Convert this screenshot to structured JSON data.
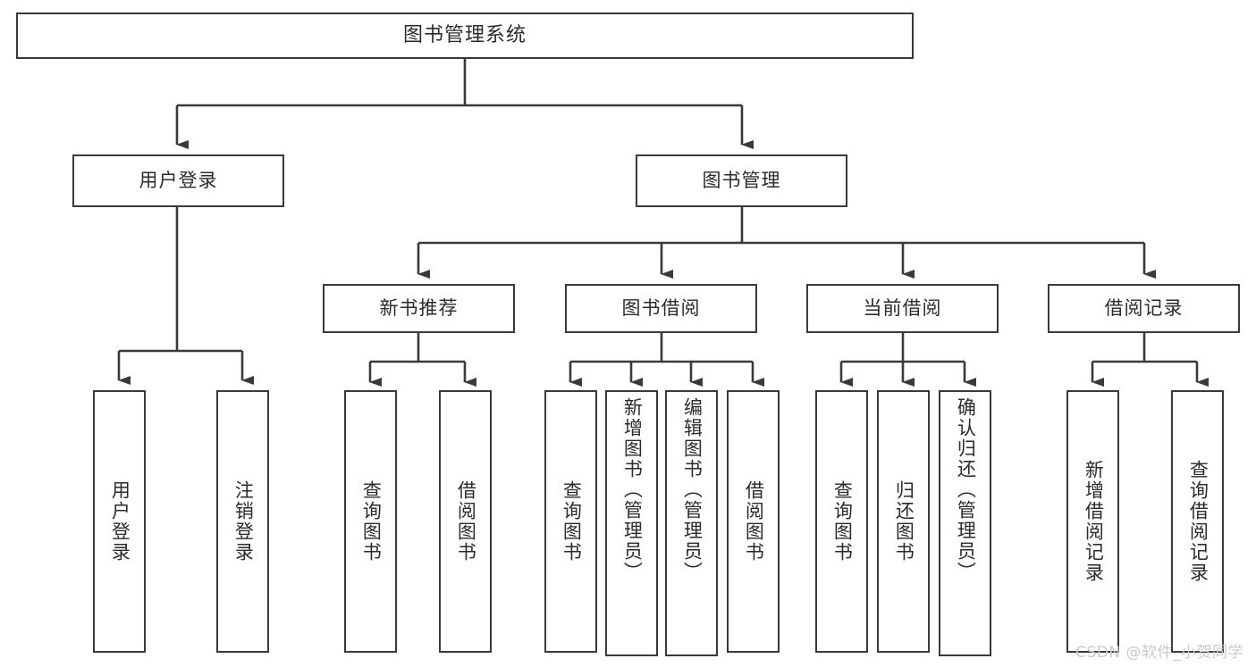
{
  "diagram": {
    "title": "图书管理系统",
    "type": "tree",
    "root": {
      "label": "图书管理系统"
    },
    "level2": [
      {
        "label": "用户登录"
      },
      {
        "label": "图书管理"
      }
    ],
    "level3": [
      {
        "label": "新书推荐"
      },
      {
        "label": "图书借阅"
      },
      {
        "label": "当前借阅"
      },
      {
        "label": "借阅记录"
      }
    ],
    "leaves": {
      "user_login": [
        {
          "label": "用户登录"
        },
        {
          "label": "注销登录"
        }
      ],
      "new_book_recommend": [
        {
          "label": "查询图书"
        },
        {
          "label": "借阅图书"
        }
      ],
      "book_borrow": [
        {
          "label": "查询图书"
        },
        {
          "label": "新增图书（管理员）"
        },
        {
          "label": "编辑图书（管理员）"
        },
        {
          "label": "借阅图书"
        }
      ],
      "current_borrow": [
        {
          "label": "查询图书"
        },
        {
          "label": "归还图书"
        },
        {
          "label": "确认归还（管理员）"
        }
      ],
      "borrow_record": [
        {
          "label": "新增借阅记录"
        },
        {
          "label": "查询借阅记录"
        }
      ]
    }
  },
  "watermark": {
    "text": "CSDN @软件_小贺同学"
  },
  "colors": {
    "background": "#ffffff",
    "node_border": "#3a3a3a",
    "node_fill": "#ffffff",
    "text": "#2b2b2b",
    "connector": "#3a3a3a",
    "watermark": "#c9c9c9"
  }
}
